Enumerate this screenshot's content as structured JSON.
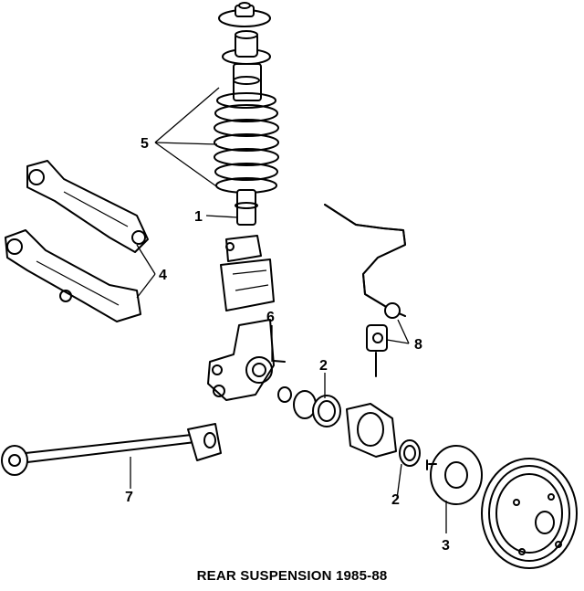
{
  "caption": "REAR SUSPENSION 1985-88",
  "callouts": {
    "c1": "1",
    "c2a": "2",
    "c2b": "2",
    "c3": "3",
    "c4": "4",
    "c5": "5",
    "c6": "6",
    "c7": "7",
    "c8": "8"
  }
}
